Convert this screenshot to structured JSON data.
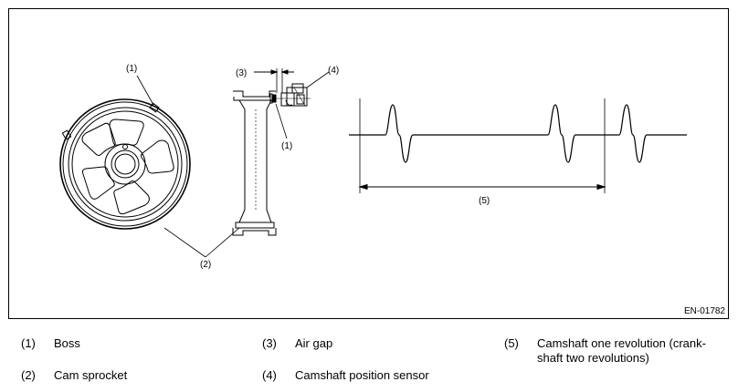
{
  "figure_id": "EN-01782",
  "callouts": {
    "c1_top": "(1)",
    "c1_mid": "(1)",
    "c2": "(2)",
    "c3": "(3)",
    "c4": "(4)",
    "c5": "(5)"
  },
  "legend": [
    {
      "num": "(1)",
      "text": "Boss"
    },
    {
      "num": "(2)",
      "text": "Cam sprocket"
    },
    {
      "num": "(3)",
      "text": "Air gap"
    },
    {
      "num": "(4)",
      "text": "Camshaft position sensor"
    },
    {
      "num": "(5)",
      "text": "Camshaft one revolution (crank-",
      "text2": "shaft two revolutions)"
    }
  ]
}
